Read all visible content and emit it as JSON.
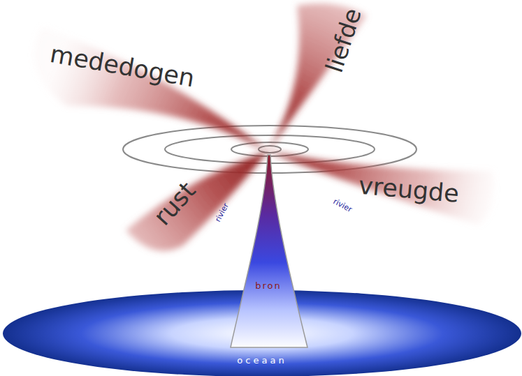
{
  "diagram": {
    "nodes": [
      {
        "text": [
          "mededogen"
        ]
      },
      {
        "text": [
          "liefde"
        ]
      },
      {
        "text": [
          "rust"
        ]
      },
      {
        "text": [
          "vreugde"
        ]
      },
      {
        "text": [
          "bron"
        ]
      },
      {
        "text": [
          "oceaan"
        ]
      }
    ],
    "labels": [
      "rivier",
      "rivier"
    ]
  }
}
